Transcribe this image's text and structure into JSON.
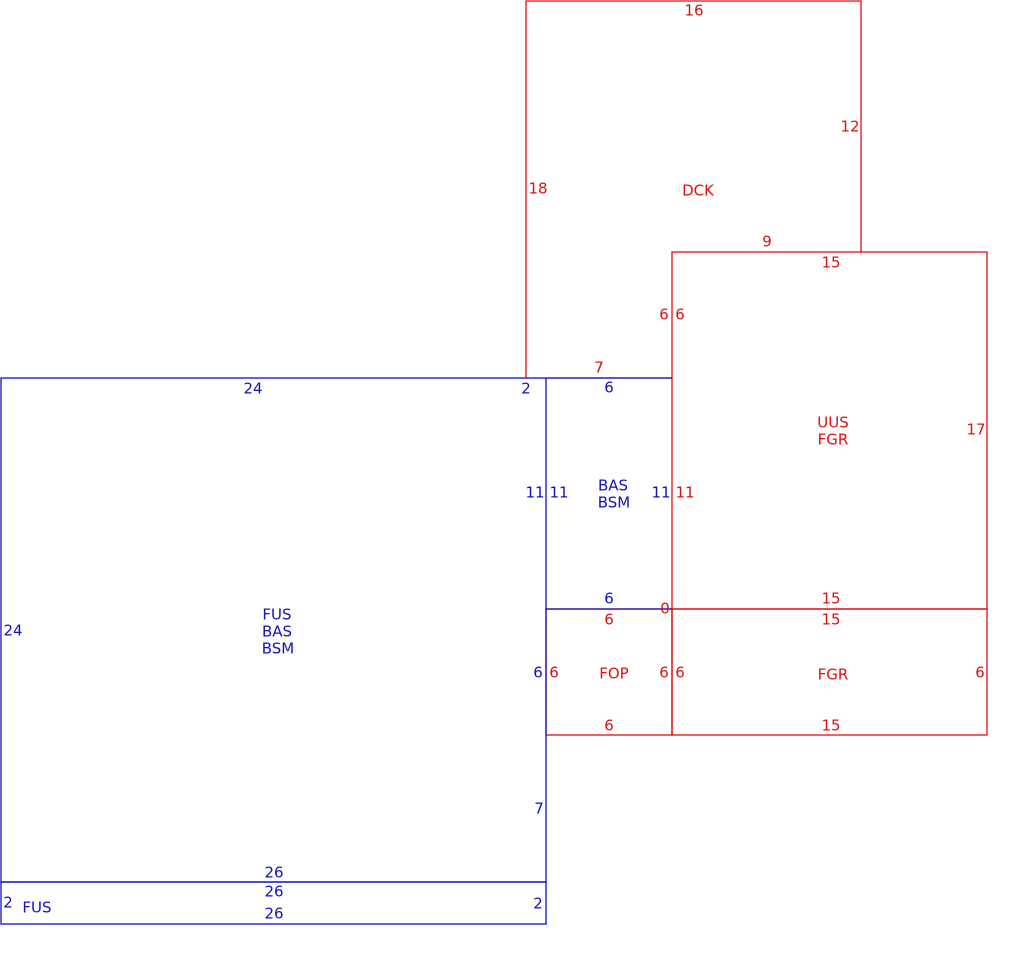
{
  "colors": {
    "blue": "#1010c0",
    "red": "#e01010"
  },
  "rooms": {
    "dck": {
      "name": "DCK",
      "color": "red",
      "dims": {
        "top": "16",
        "right": "12",
        "left": "18",
        "bottom_right": "9",
        "bottom_left": "7"
      }
    },
    "uus": {
      "name_lines": [
        "UUS",
        "FGR"
      ],
      "color": "red",
      "dims": {
        "top": "15",
        "left_upper": "6",
        "right_upper": "6",
        "right": "17",
        "left": "11",
        "bottom": "15"
      }
    },
    "bas": {
      "name_lines": [
        "BAS",
        "BSM"
      ],
      "color": "blue",
      "dims": {
        "top": "6",
        "left": "11",
        "right": "11",
        "left_inner": "11",
        "bottom": "6"
      }
    },
    "fus_main": {
      "name_lines": [
        "FUS",
        "BAS",
        "BSM"
      ],
      "color": "blue",
      "dims": {
        "top": "24",
        "top_right": "2",
        "left": "24",
        "right_mid": "6",
        "right_low": "7",
        "bottom": "26"
      }
    },
    "fus_strip": {
      "name": "FUS",
      "color": "blue",
      "dims": {
        "top": "26",
        "bottom": "26",
        "left": "2",
        "right": "2"
      }
    },
    "fop": {
      "name": "FOP",
      "color": "red",
      "dims": {
        "top": "6",
        "left": "6",
        "right": "6",
        "bottom": "6",
        "corner": "0"
      }
    },
    "fgr": {
      "name": "FGR",
      "color": "red",
      "dims": {
        "top": "15",
        "left": "6",
        "right": "6",
        "bottom": "15"
      }
    }
  }
}
